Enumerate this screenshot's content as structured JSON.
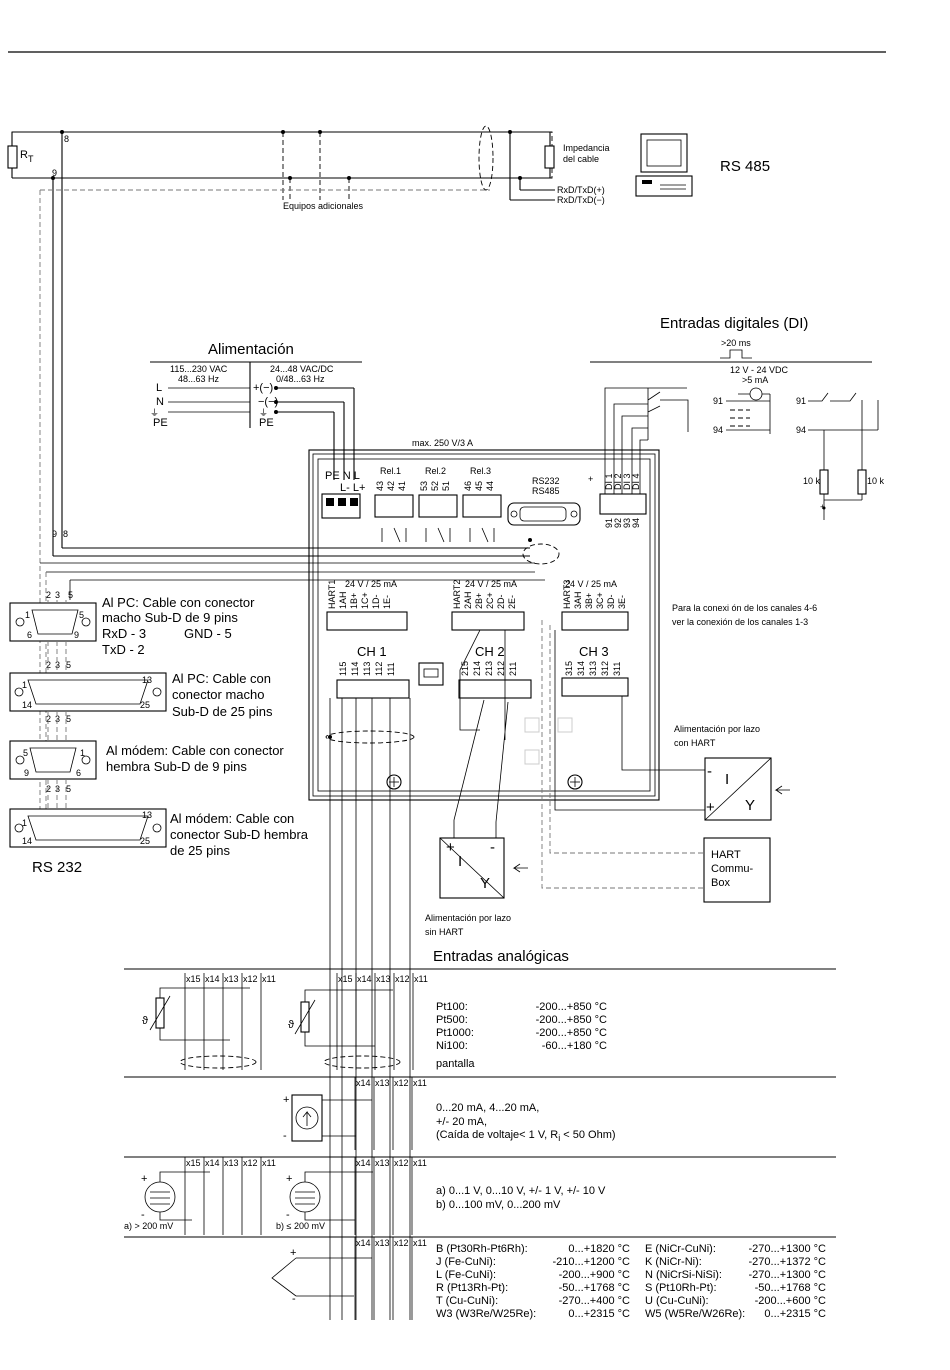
{
  "rs485": {
    "title": "RS 485",
    "impedance": [
      "Impedancia",
      "del cable"
    ],
    "rxd_plus": "RxD/TxD(+)",
    "rxd_minus": "RxD/TxD(−)",
    "extra_devices": "Equipos adicionales",
    "rt": "R",
    "rt_sub": "T",
    "term8": "8",
    "term9": "9"
  },
  "power": {
    "title": "Alimentación",
    "ac_volt": "115...230 VAC",
    "ac_freq": "48...63 Hz",
    "dc_volt": "24...48 VAC/DC",
    "dc_freq": "0/48...63 Hz",
    "l": "L",
    "n": "N",
    "pe": "PE",
    "plus": "+(−)",
    "minus": "−(−)",
    "max_rating": "max. 250 V/3 A"
  },
  "digital": {
    "title": "Entradas digitales  (DI)",
    "pulse": ">20 ms",
    "supply": "12 V - 24 VDC",
    "current": ">5 mA",
    "t91": "91",
    "t94": "94",
    "res": "10 k"
  },
  "device": {
    "pe_n_l": "PE N  L",
    "l_minus_l_plus": "L-  L+",
    "rel1": "Rel.1",
    "rel2": "Rel.2",
    "rel3": "Rel.3",
    "rel1_terms": [
      "43",
      "42",
      "41"
    ],
    "rel2_terms": [
      "53",
      "52",
      "51"
    ],
    "rel3_terms": [
      "46",
      "45",
      "44"
    ],
    "rs232": "RS232",
    "rs485": "RS485",
    "di_labels": [
      "DI 1",
      "DI 2",
      "DI 3",
      "DI 4"
    ],
    "di_terms": [
      "91",
      "92",
      "93",
      "94"
    ],
    "ch1": "CH 1",
    "ch2": "CH 2",
    "ch3": "CH 3",
    "hart_supply": "24 V / 25 mA",
    "hart1_terms": [
      "HART1",
      "1AH",
      "1B+",
      "1C+",
      "1D-",
      "1E-"
    ],
    "hart2_terms": [
      "HART2",
      "2AH",
      "2B+",
      "2C+",
      "2D-",
      "2E-"
    ],
    "hart3_terms": [
      "HART3",
      "3AH",
      "3B+",
      "3C+",
      "3D-",
      "3E-"
    ],
    "ch1_terms": [
      "115",
      "114",
      "113",
      "112",
      "111"
    ],
    "ch2_terms": [
      "215",
      "214",
      "213",
      "212",
      "211"
    ],
    "ch3_terms": [
      "315",
      "314",
      "313",
      "312",
      "311"
    ],
    "ch46_note": [
      "Para la conexi ón de los canales 4-6",
      "ver la conexión de los canales 1-3"
    ]
  },
  "rs232": {
    "title": "RS 232",
    "pc9": [
      "Al PC: Cable con conector",
      "macho Sub-D de 9 pins"
    ],
    "pc9_pins": [
      "RxD - 3",
      "GND - 5",
      "TxD - 2"
    ],
    "pc25": [
      "Al PC: Cable con",
      "conector macho",
      "Sub-D de 25 pins"
    ],
    "modem9": [
      "Al módem: Cable con conector",
      "hembra Sub-D de 9 pins"
    ],
    "modem25": [
      "Al módem: Cable con",
      "conector Sub-D hembra",
      "de 25 pins"
    ],
    "pins_235": [
      "2",
      "3",
      "5"
    ]
  },
  "loop": {
    "with_hart": [
      "Alimentación por lazo",
      "con HART"
    ],
    "without_hart": [
      "Alimentación por lazo",
      "sin HART"
    ],
    "hart_box": [
      "HART",
      "Commu-",
      "Box"
    ],
    "i": "I",
    "y": "Y"
  },
  "analog": {
    "title": "Entradas analógicas",
    "cols5": [
      "x15",
      "x14",
      "x13",
      "x12",
      "x11"
    ],
    "cols3": [
      "x14",
      "x13",
      "x12",
      "x11"
    ],
    "rtd": [
      {
        "name": "Pt100:",
        "range": "-200...+850 °C"
      },
      {
        "name": "Pt500:",
        "range": "-200...+850 °C"
      },
      {
        "name": "Pt1000:",
        "range": "-200...+850 °C"
      },
      {
        "name": "Ni100:",
        "range": "-60...+180 °C"
      }
    ],
    "shield": "pantalla",
    "current": [
      "0...20 mA, 4...20 mA,",
      "+/- 20 mA,",
      "(Caída de voltaje< 1 V, R"
    ],
    "current_ri": "i",
    "current_tail": " < 50 Ohm)",
    "voltage": [
      "a) 0...1 V, 0...10 V, +/- 1 V, +/- 10 V",
      "b) 0...100 mV, 0...200 mV"
    ],
    "volt_a": "a) > 200 mV",
    "volt_b": "b) ≤ 200 mV",
    "tc": [
      {
        "name": "B (Pt30Rh-Pt6Rh):",
        "range": "0...+1820 °C"
      },
      {
        "name": "J (Fe-CuNi):",
        "range": "-210...+1200 °C"
      },
      {
        "name": "L (Fe-CuNi):",
        "range": "-200...+900 °C"
      },
      {
        "name": "R (Pt13Rh-Pt):",
        "range": "-50...+1768 °C"
      },
      {
        "name": "T (Cu-CuNi):",
        "range": "-270...+400 °C"
      },
      {
        "name": "W3 (W3Re/W25Re):",
        "range": "0...+2315 °C"
      }
    ],
    "tc2": [
      {
        "name": "E (NiCr-CuNi):",
        "range": "-270...+1300 °C"
      },
      {
        "name": "K (NiCr-Ni):",
        "range": "-270...+1372 °C"
      },
      {
        "name": "N (NiCrSi-NiSi):",
        "range": "-270...+1300 °C"
      },
      {
        "name": "S (Pt10Rh-Pt):",
        "range": "-50...+1768 °C"
      },
      {
        "name": "U (Cu-CuNi):",
        "range": "-200...+600 °C"
      },
      {
        "name": "W5 (W5Re/W26Re):",
        "range": "0...+2315 °C"
      }
    ]
  }
}
